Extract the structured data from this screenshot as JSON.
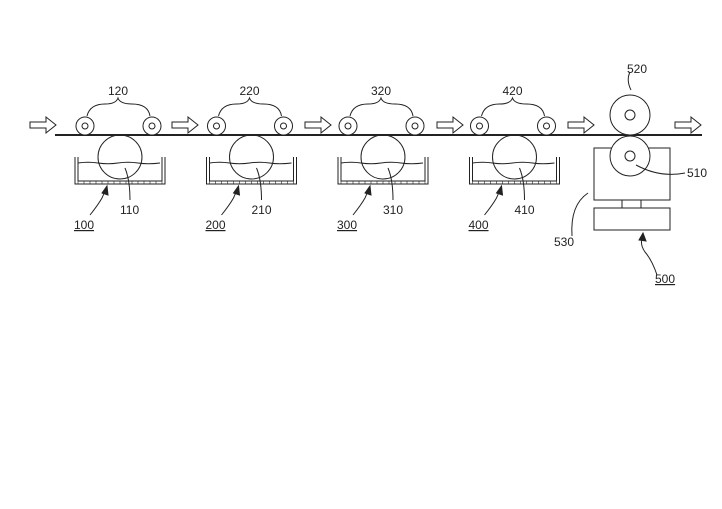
{
  "stations": [
    {
      "unit": "100",
      "roller": "110",
      "guides": "120"
    },
    {
      "unit": "200",
      "roller": "210",
      "guides": "220"
    },
    {
      "unit": "300",
      "roller": "310",
      "guides": "320"
    },
    {
      "unit": "400",
      "roller": "410",
      "guides": "420"
    }
  ],
  "final_unit": {
    "unit": "500",
    "lower_roller": "510",
    "upper_roller": "520",
    "housing": "530"
  }
}
